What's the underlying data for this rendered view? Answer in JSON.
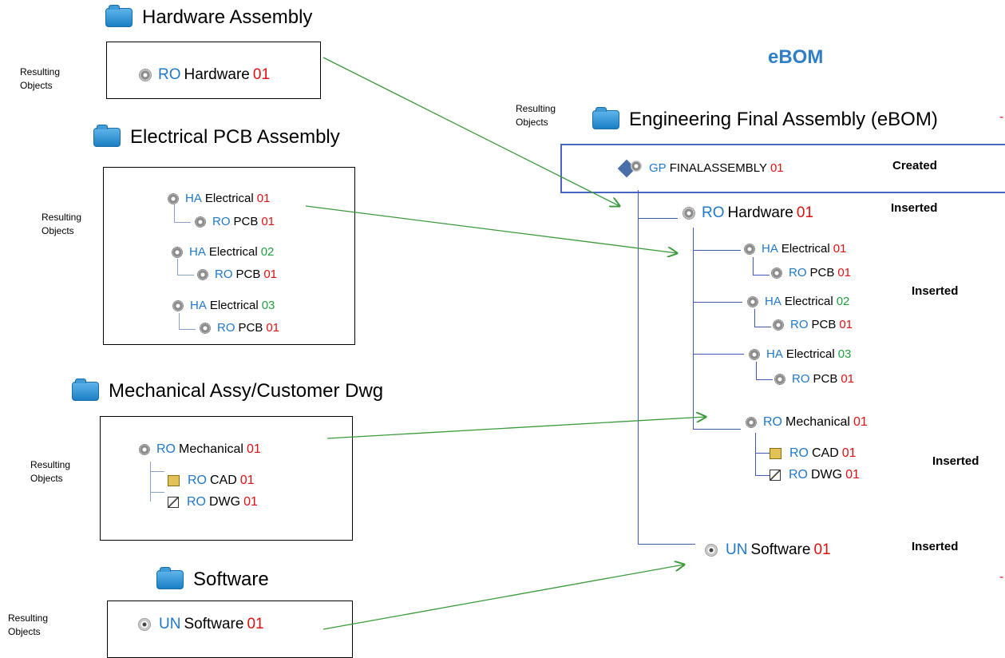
{
  "ebom_label": "eBOM",
  "resulting_objects_label": [
    "Resulting",
    "Objects"
  ],
  "sections": {
    "hardware": {
      "title": "Hardware Assembly",
      "item": {
        "prefix": "RO",
        "name": "Hardware",
        "rev": "01"
      }
    },
    "electrical": {
      "title": "Electrical PCB Assembly",
      "items": [
        {
          "prefix": "HA",
          "name": "Electrical",
          "rev": "01"
        },
        {
          "prefix": "RO",
          "name": "PCB",
          "rev": "01"
        },
        {
          "prefix": "HA",
          "name": "Electrical",
          "rev": "02"
        },
        {
          "prefix": "RO",
          "name": "PCB",
          "rev": "01"
        },
        {
          "prefix": "HA",
          "name": "Electrical",
          "rev": "03"
        },
        {
          "prefix": "RO",
          "name": "PCB",
          "rev": "01"
        }
      ]
    },
    "mechanical": {
      "title": "Mechanical Assy/Customer Dwg",
      "items": [
        {
          "prefix": "RO",
          "name": "Mechanical",
          "rev": "01"
        },
        {
          "prefix": "RO",
          "name": "CAD",
          "rev": "01"
        },
        {
          "prefix": "RO",
          "name": "DWG",
          "rev": "01"
        }
      ]
    },
    "software": {
      "title": "Software",
      "item": {
        "prefix": "UN",
        "name": "Software",
        "rev": "01"
      }
    }
  },
  "final": {
    "title": "Engineering Final Assembly (eBOM)",
    "root": {
      "prefix": "GP",
      "name": "FINALASSEMBLY",
      "rev": "01",
      "status": "Created"
    },
    "hardware": {
      "prefix": "RO",
      "name": "Hardware",
      "rev": "01",
      "status": "Inserted"
    },
    "electrical": [
      {
        "prefix": "HA",
        "name": "Electrical",
        "rev": "01"
      },
      {
        "prefix": "RO",
        "name": "PCB",
        "rev": "01"
      },
      {
        "prefix": "HA",
        "name": "Electrical",
        "rev": "02"
      },
      {
        "prefix": "RO",
        "name": "PCB",
        "rev": "01"
      },
      {
        "prefix": "HA",
        "name": "Electrical",
        "rev": "03"
      },
      {
        "prefix": "RO",
        "name": "PCB",
        "rev": "01"
      }
    ],
    "electrical_status": "Inserted",
    "mechanical": [
      {
        "prefix": "RO",
        "name": "Mechanical",
        "rev": "01"
      },
      {
        "prefix": "RO",
        "name": "CAD",
        "rev": "01"
      },
      {
        "prefix": "RO",
        "name": "DWG",
        "rev": "01"
      }
    ],
    "mechanical_status": "Inserted",
    "software": {
      "prefix": "UN",
      "name": "Software",
      "rev": "01",
      "status": "Inserted"
    }
  },
  "colors": {
    "prefix": "#1f78c8",
    "rev_red": "#e01010",
    "rev_green": "#20a040",
    "arrow": "#3a9a3a",
    "tree_line": "#4058b8"
  }
}
